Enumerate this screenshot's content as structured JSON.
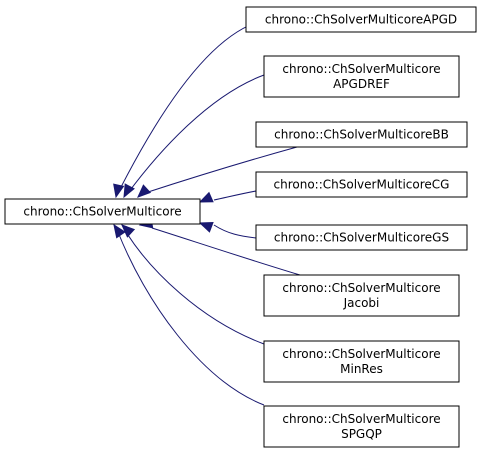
{
  "diagram": {
    "colors": {
      "edge": "#191970",
      "box_border": "#000000",
      "box_fill": "#ffffff",
      "text": "#000000"
    },
    "base": {
      "id": "base",
      "lines": [
        "chrono::ChSolverMulticore"
      ]
    },
    "derived": [
      {
        "id": "apgd",
        "lines": [
          "chrono::ChSolverMulticoreAPGD"
        ]
      },
      {
        "id": "apgdref",
        "lines": [
          "chrono::ChSolverMulticore",
          "APGDREF"
        ]
      },
      {
        "id": "bb",
        "lines": [
          "chrono::ChSolverMulticoreBB"
        ]
      },
      {
        "id": "cg",
        "lines": [
          "chrono::ChSolverMulticoreCG"
        ]
      },
      {
        "id": "gs",
        "lines": [
          "chrono::ChSolverMulticoreGS"
        ]
      },
      {
        "id": "jacobi",
        "lines": [
          "chrono::ChSolverMulticore",
          "Jacobi"
        ]
      },
      {
        "id": "minres",
        "lines": [
          "chrono::ChSolverMulticore",
          "MinRes"
        ]
      },
      {
        "id": "spgqp",
        "lines": [
          "chrono::ChSolverMulticore",
          "SPGQP"
        ]
      }
    ]
  }
}
